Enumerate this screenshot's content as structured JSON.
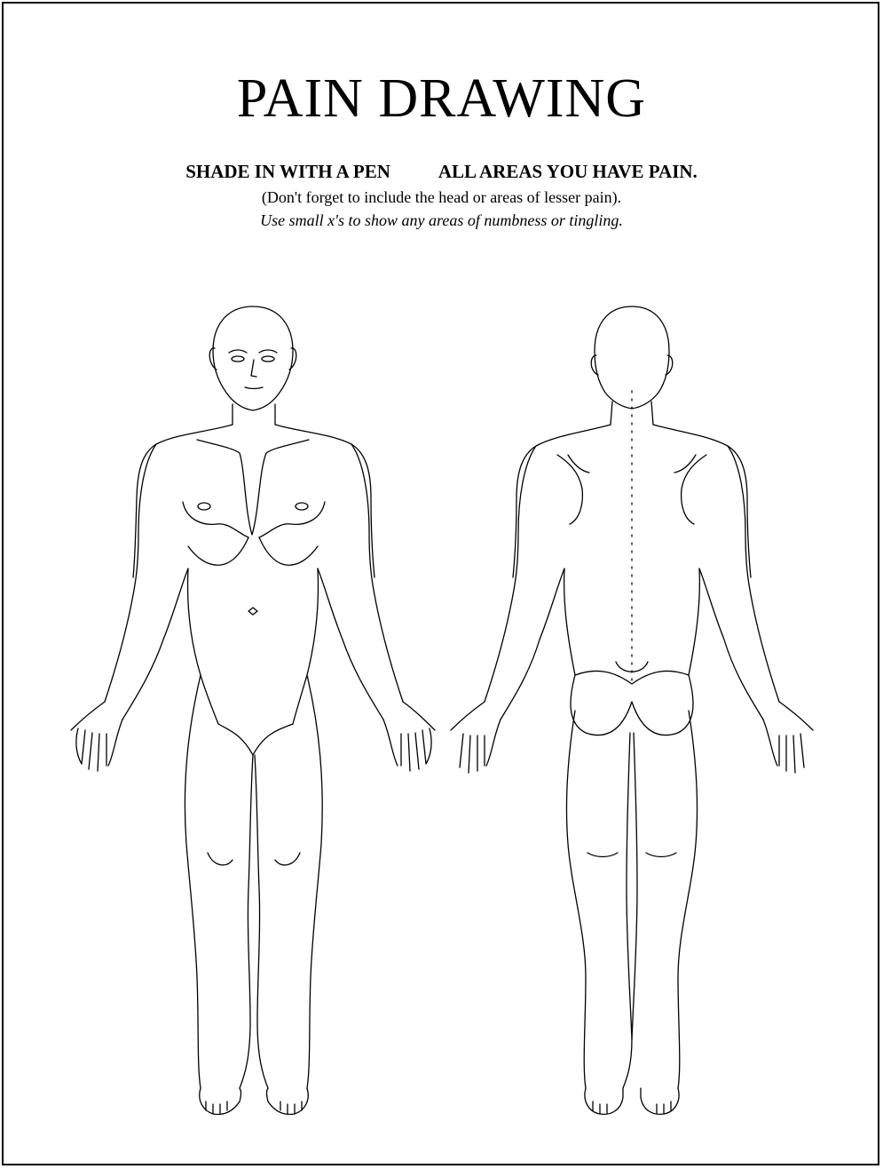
{
  "title": "PAIN DRAWING",
  "instruction": {
    "part1": "SHADE IN WITH A PEN",
    "part2": "ALL AREAS YOU HAVE PAIN."
  },
  "note": "(Don't forget to include the head or areas of lesser pain).",
  "note_italic": "Use small x's to show any areas of numbness or tingling."
}
